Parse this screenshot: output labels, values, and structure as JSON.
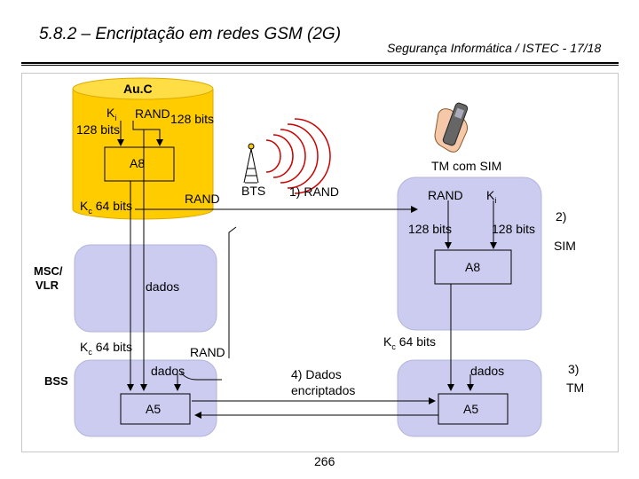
{
  "header": {
    "title": "5.8.2 – Encriptação em redes GSM (2G)",
    "course": "Segurança Informática / ISTEC - 17/18"
  },
  "auc": {
    "name": "Au.C",
    "ki_main": "K",
    "ki_sub": "i",
    "ki_bits": "128 bits",
    "rand": "RAND",
    "rand_bits": "128 bits",
    "a8": "A8",
    "kc_main": "K",
    "kc_sub": "c",
    "kc_bits": "64 bits",
    "rand_out": "RAND"
  },
  "bts": {
    "label": "BTS",
    "step1": "1) RAND"
  },
  "tm": {
    "label": "TM com SIM",
    "rand": "RAND",
    "ki_main": "K",
    "ki_sub": "i",
    "rand_bits": "128 bits",
    "ki_bits": "128 bits",
    "step2": "2)",
    "sim": "SIM",
    "a8": "A8",
    "kc_main": "K",
    "kc_sub": "c",
    "kc_bits": "64 bits",
    "dados": "dados",
    "step3_num": "3)",
    "step3_label": "TM",
    "a5": "A5"
  },
  "msc": {
    "label_line1": "MSC/",
    "label_line2": "VLR",
    "dados": "dados"
  },
  "bss": {
    "label": "BSS",
    "kc_main": "K",
    "kc_sub": "c",
    "kc_bits": "64 bits",
    "rand": "RAND",
    "dados": "dados",
    "a5": "A5"
  },
  "step4": {
    "line1": "4) Dados",
    "line2": "encriptados"
  },
  "page_number": "266",
  "colors": {
    "auc_fill": "#FFCC00",
    "auc_stroke": "#DDAA00",
    "box_fill": "#CCCCF0",
    "box_stroke": "#B4B4DC",
    "wave": "#CC0000"
  }
}
